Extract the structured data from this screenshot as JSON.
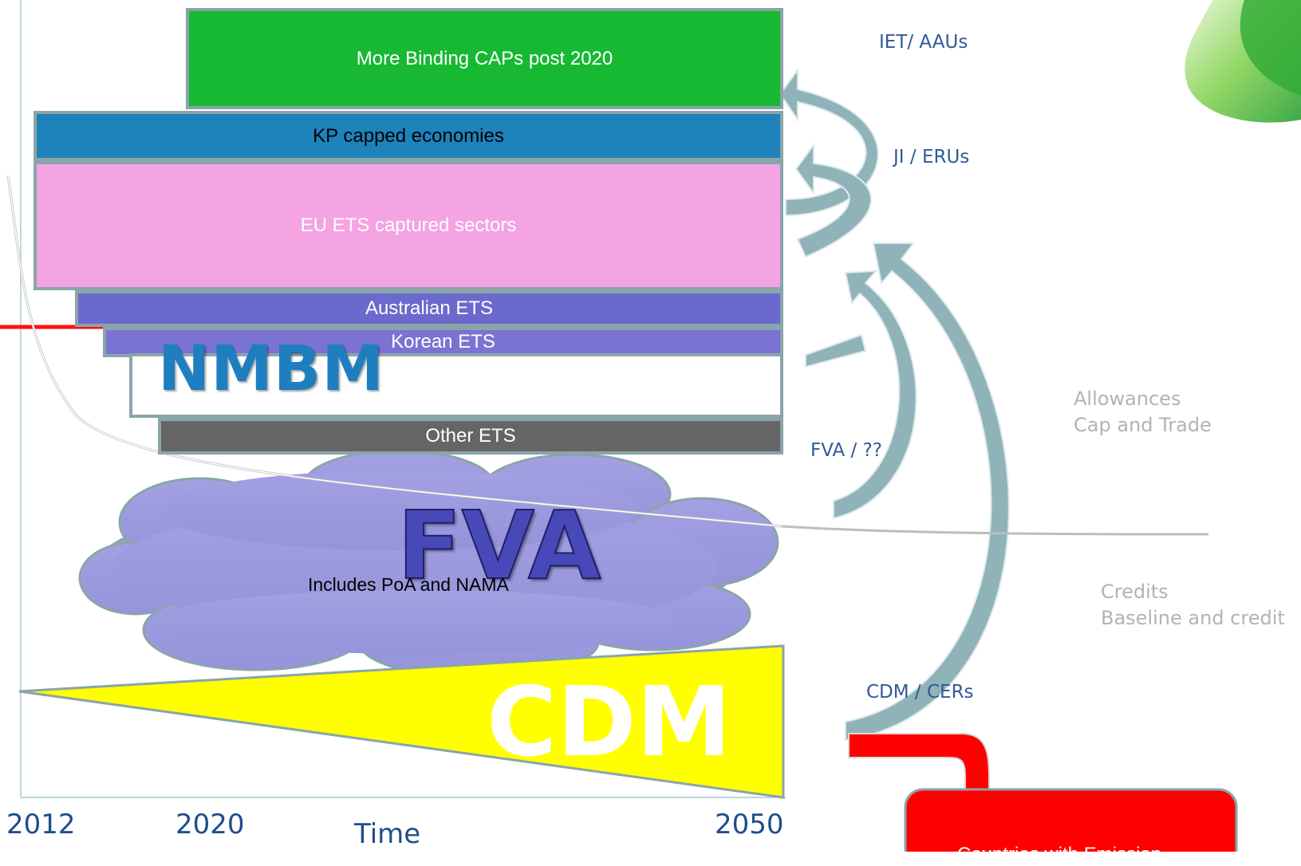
{
  "bands": {
    "binding_caps": "More Binding CAPs post 2020",
    "kp": "KP capped economies",
    "eu_ets": "EU ETS captured sectors",
    "australian": "Australian ETS",
    "korean": "Korean ETS",
    "nmbm": "NMBM",
    "other": "Other ETS"
  },
  "cloud": {
    "big_label": "FVA",
    "small_label": "Includes PoA and NAMA"
  },
  "cdm_wedge": {
    "label": "CDM"
  },
  "mechanisms": {
    "iet": "IET/ AAUs",
    "ji": "JI / ERUs",
    "fva": "FVA / ??",
    "cdm": "CDM / CERs"
  },
  "categories": {
    "allowances": "Allowances\nCap and Trade",
    "credits": "Credits\nBaseline and credit"
  },
  "axis": {
    "y2012": "2012",
    "y2020": "2020",
    "y2050": "2050",
    "time": "Time"
  },
  "red_box_text": "Countries with Emission",
  "colors": {
    "green": "#17b933",
    "blue": "#1e82bb",
    "pink": "#f4a3e3",
    "australian": "#6b69cc",
    "korean": "#7a73d2",
    "other": "#656565",
    "cloud": "#9b99dd",
    "yellow": "#ffff00",
    "arrow": "#8fb6bb",
    "red": "#ff0000"
  }
}
